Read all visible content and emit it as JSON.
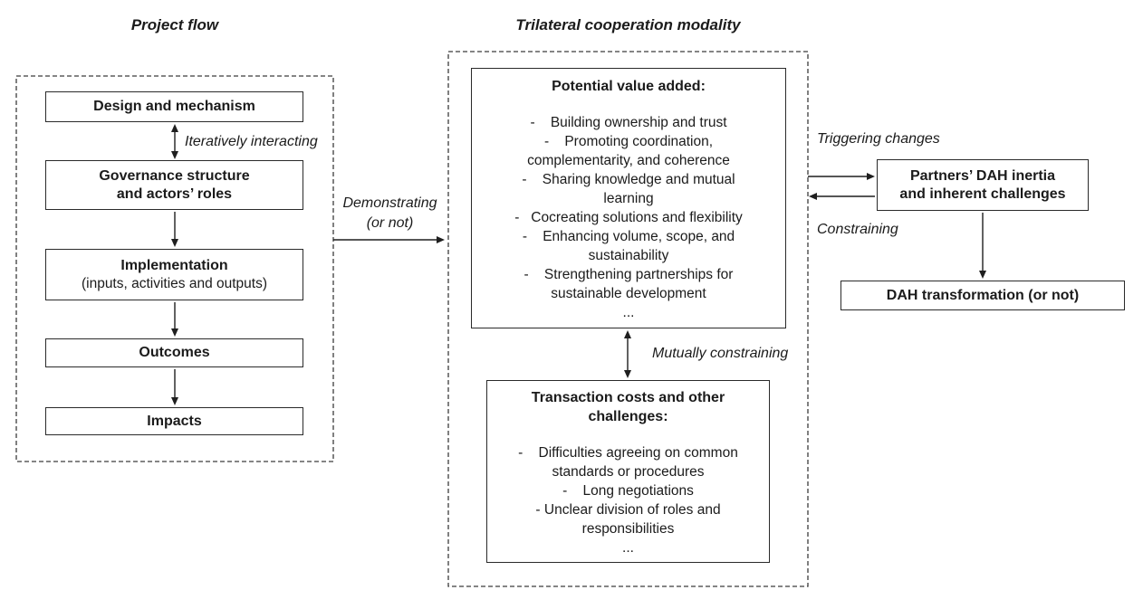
{
  "titles": {
    "left": "Project flow",
    "middle": "Trilateral cooperation modality"
  },
  "project_flow": {
    "boxes": [
      {
        "title": "Design and mechanism"
      },
      {
        "title": "Governance structure\nand actors’ roles"
      },
      {
        "title": "Implementation",
        "subtitle": "(inputs, activities and outputs)"
      },
      {
        "title": "Outcomes"
      },
      {
        "title": "Impacts"
      }
    ],
    "iteratively_label": "Iteratively interacting"
  },
  "connectors": {
    "demonstrating": "Demonstrating\n(or not)",
    "mutually_constraining": "Mutually constraining",
    "triggering_changes": "Triggering changes",
    "constraining": "Constraining"
  },
  "modality": {
    "potential": {
      "heading": "Potential value added:",
      "lines": [
        "-    Building ownership and trust",
        "-    Promoting coordination,",
        "complementarity, and coherence",
        "-    Sharing knowledge and mutual",
        "learning",
        "-   Cocreating solutions and flexibility",
        "-    Enhancing volume, scope, and",
        "sustainability",
        "-    Strengthening partnerships for",
        "sustainable development",
        "..."
      ]
    },
    "transaction": {
      "heading": "Transaction costs and other\nchallenges:",
      "lines": [
        "-    Difficulties agreeing on common",
        "standards or procedures",
        "-    Long negotiations",
        "- Unclear division of roles and",
        "responsibilities",
        "..."
      ]
    }
  },
  "right_side": {
    "partners_box": "Partners’ DAH inertia\nand inherent challenges",
    "dah_box": "DAH transformation (or not)"
  },
  "colors": {
    "line": "#1f1f1f",
    "box_border": "#2a2a2a",
    "dashed_border": "#3c3c3c",
    "text": "#1b1b1b"
  }
}
